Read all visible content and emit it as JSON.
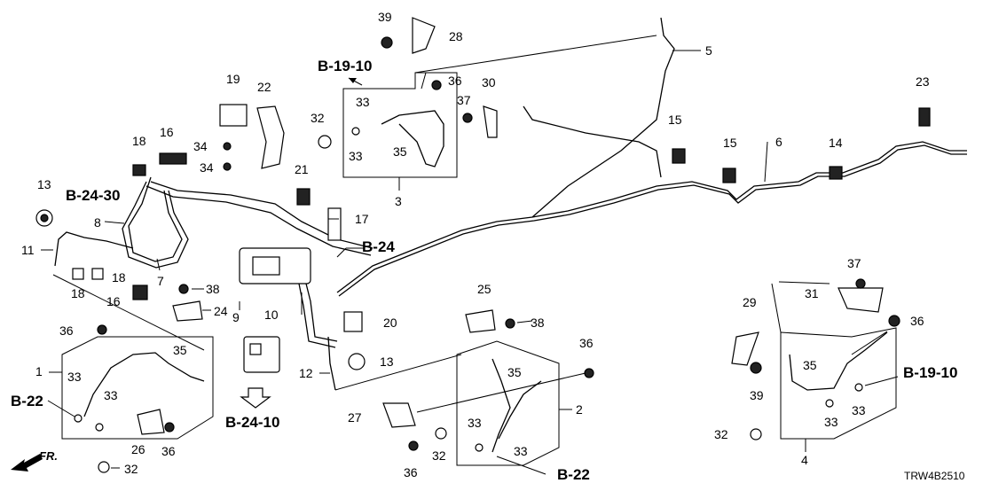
{
  "diagram": {
    "code": "TRW4B2510",
    "direction_label": "FR.",
    "ref_labels": {
      "b19_10_top": "B-19-10",
      "b24_30": "B-24-30",
      "b24": "B-24",
      "b24_10": "B-24-10",
      "b22_left": "B-22",
      "b22_bottom": "B-22",
      "b19_10_right": "B-19-10"
    },
    "callouts": [
      "1",
      "2",
      "3",
      "4",
      "5",
      "6",
      "7",
      "8",
      "9",
      "10",
      "11",
      "12",
      "13",
      "14",
      "15",
      "16",
      "17",
      "18",
      "19",
      "20",
      "21",
      "22",
      "23",
      "24",
      "25",
      "26",
      "27",
      "28",
      "29",
      "30",
      "31",
      "32",
      "33",
      "34",
      "35",
      "36",
      "37",
      "38",
      "39"
    ]
  }
}
